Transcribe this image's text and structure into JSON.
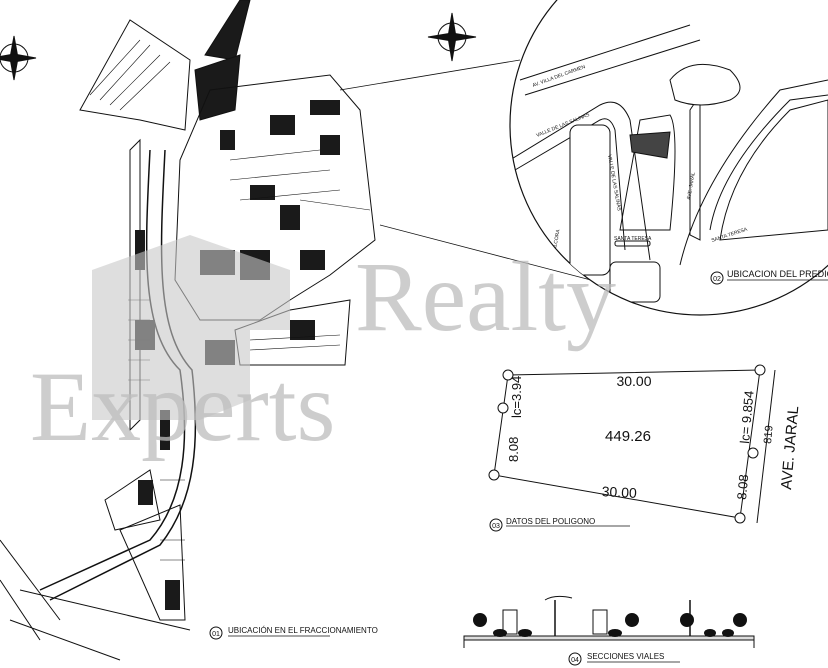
{
  "watermark": {
    "line1": "Realty",
    "line2": "Experts"
  },
  "plan_01": {
    "number": "01",
    "title": "UBICACIÓN EN EL FRACCIONAMIENTO"
  },
  "detail_02": {
    "number": "02",
    "title": "UBICACION DEL PREDIO",
    "streets": [
      "AV. VILLA DEL CARMEN",
      "VALLE DE LAS SALINAS",
      "VALLE DE LAS SALINAS",
      "AVE. JARAL",
      "SANTA TERESA",
      "SANTA TERESA",
      "ALCORA"
    ]
  },
  "polygon_03": {
    "number": "03",
    "title": "DATOS DEL POLIGONO",
    "area": "449.26",
    "top_side": "30.00",
    "bottom_side": "30.00",
    "left_side": "8.08",
    "right_side": "8.08",
    "left_arc": "lc=3.94",
    "right_arc": "lc= 9.854",
    "right_note": "819",
    "street": "AVE. JARAL"
  },
  "sections_04": {
    "number": "04",
    "title": "SECCIONES VIALES"
  },
  "colors": {
    "line": "#111111",
    "fill_dark": "#1a1a1a",
    "watermark": "#bdbdbd"
  }
}
